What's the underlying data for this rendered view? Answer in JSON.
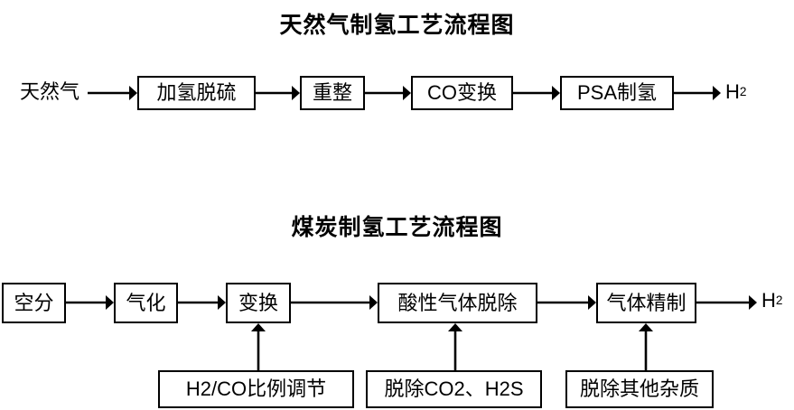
{
  "diagram": {
    "background_color": "#ffffff",
    "line_color": "#000000",
    "sections": [
      {
        "title": "天然气制氢工艺流程图",
        "start_label": "天然气",
        "end_label": "H",
        "end_label_sub": "2",
        "nodes": [
          {
            "label": "加氢脱硫"
          },
          {
            "label": "重整"
          },
          {
            "label": "CO变换"
          },
          {
            "label": "PSA制氢"
          }
        ]
      },
      {
        "title": "煤炭制氢工艺流程图",
        "end_label": "H",
        "end_label_sub": "2",
        "nodes": [
          {
            "label": "空分"
          },
          {
            "label": "气化"
          },
          {
            "label": "变换"
          },
          {
            "label": "酸性气体脱除"
          },
          {
            "label": "气体精制"
          }
        ],
        "inputs": [
          {
            "label": "H2/CO比例调节",
            "target": "变换"
          },
          {
            "label": "脱除CO2、H2S",
            "target": "酸性气体脱除"
          },
          {
            "label": "脱除其他杂质",
            "target": "气体精制"
          }
        ]
      }
    ]
  }
}
